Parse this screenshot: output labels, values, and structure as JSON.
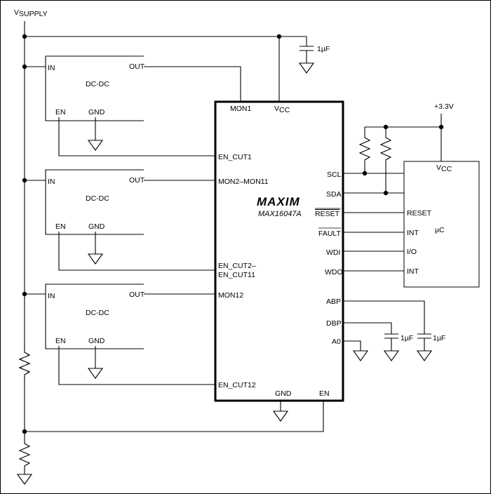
{
  "supply": {
    "label": "V",
    "sub": "SUPPLY"
  },
  "vcc33": "+3.3V",
  "cap_main": "1µF",
  "converters": [
    {
      "in": "IN",
      "out": "OUT",
      "name": "DC-DC",
      "en": "EN",
      "gnd": "GND"
    },
    {
      "in": "IN",
      "out": "OUT",
      "name": "DC-DC",
      "en": "EN",
      "gnd": "GND"
    },
    {
      "in": "IN",
      "out": "OUT",
      "name": "DC-DC",
      "en": "EN",
      "gnd": "GND"
    }
  ],
  "ic": {
    "logo": "MAXIM",
    "part": "MAX16047A",
    "mon1": "MON1",
    "vcc": "V",
    "vcc_sub": "CC",
    "en_cut1": "EN_CUT1",
    "mon2_11": "MON2–MON11",
    "en_cut2": "EN_CUT2–",
    "en_cut11": "EN_CUT11",
    "mon12": "MON12",
    "en_cut12": "EN_CUT12",
    "gnd": "GND",
    "en": "EN",
    "scl": "SCL",
    "sda": "SDA",
    "reset": "RESET",
    "fault": "FAULT",
    "wdi": "WDI",
    "wdo": "WDO",
    "abp": "ABP",
    "dbp": "DBP",
    "a0": "A0"
  },
  "uc": {
    "vcc": "V",
    "vcc_sub": "CC",
    "reset": "RESET",
    "int1": "INT",
    "io": "I/O",
    "int2": "INT",
    "name": "µC"
  },
  "cap_abp": "1µF",
  "cap_dbp": "1µF"
}
